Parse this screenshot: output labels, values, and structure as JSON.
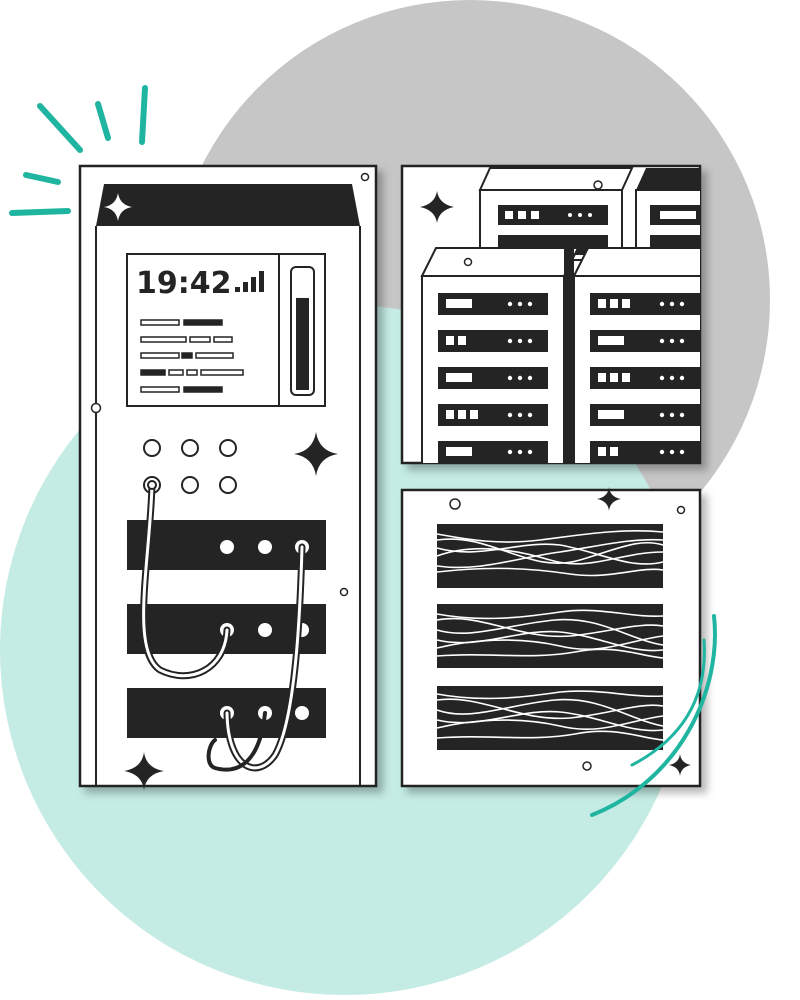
{
  "colors": {
    "blob_gray": "#c6c6c6",
    "blob_mint": "#c4ebe4",
    "accent_teal": "#1fb5a0",
    "ink": "#242424",
    "paper": "#ffffff"
  },
  "server_cabinet": {
    "display": {
      "time": "19:42",
      "signal_bars": 4,
      "level_fill": 0.78
    },
    "buttons_count": 6,
    "rack_units": 3,
    "cables": 3
  },
  "server_room_panel": {
    "front_towers": 2,
    "back_towers": 2,
    "drive_bays_per_tower": 5
  },
  "cable_panel": {
    "cable_trays": 3
  },
  "decorations": {
    "sparkle_icon": "four-point-star",
    "accent_strokes": 5,
    "accent_arcs": 2
  }
}
